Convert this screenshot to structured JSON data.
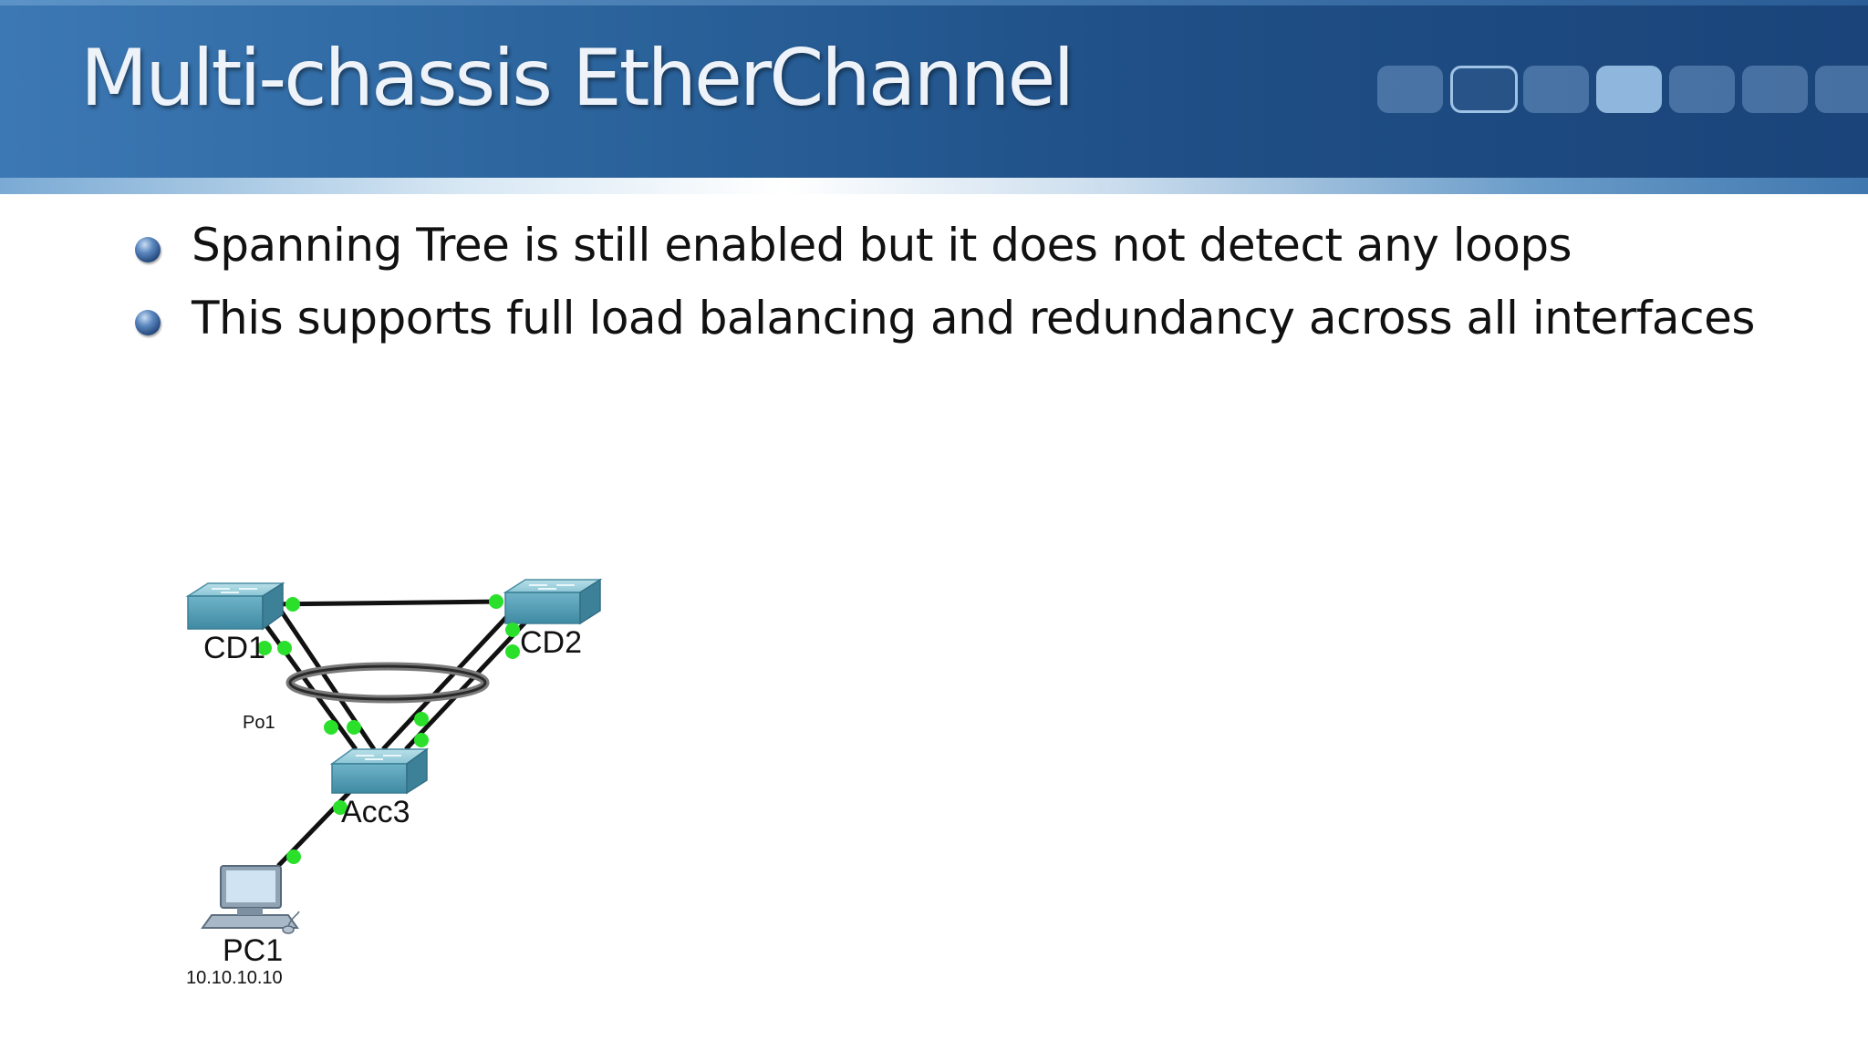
{
  "slide": {
    "title": "Multi-chassis EtherChannel",
    "bullets": [
      "Spanning Tree is still enabled but it does not detect any loops",
      "This supports full load balancing and redundancy across all interfaces"
    ]
  },
  "diagram": {
    "nodes": {
      "cd1": "CD1",
      "cd2": "CD2",
      "acc3": "Acc3",
      "pc1": "PC1",
      "pc1_ip": "10.10.10.10"
    },
    "port_channel_label": "Po1",
    "link_status_color": "#2be02b",
    "switch_color": "#5fa9c0"
  }
}
